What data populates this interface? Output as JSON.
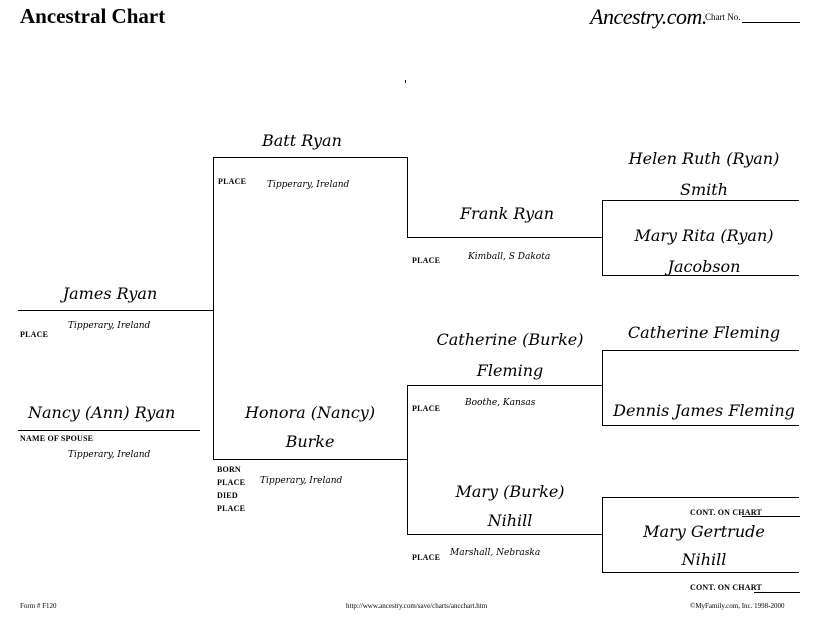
{
  "header": {
    "title": "Ancestral Chart",
    "logo": "Ancestry.com.",
    "chart_no_label": "Chart No."
  },
  "person1": {
    "name": "James Ryan",
    "place_label": "PLACE",
    "place": "Tipperary, Ireland"
  },
  "spouse": {
    "name": "Nancy (Ann) Ryan",
    "label": "NAME OF SPOUSE",
    "place": "Tipperary, Ireland"
  },
  "father": {
    "name": "Batt Ryan",
    "place_label": "PLACE",
    "place": "Tipperary, Ireland"
  },
  "mother": {
    "name_line1": "Honora (Nancy)",
    "name_line2": "Burke",
    "born_label": "BORN",
    "place_label": "PLACE",
    "died_label": "DIED",
    "place_label2": "PLACE",
    "place": "Tipperary, Ireland"
  },
  "ff": {
    "name": "Frank Ryan",
    "place_label": "PLACE",
    "place": "Kimball, S Dakota"
  },
  "fm": {
    "name_line1": "Catherine (Burke)",
    "name_line2": "Fleming",
    "place_label": "PLACE",
    "place": "Boothe, Kansas"
  },
  "mm": {
    "name_line1": "Mary (Burke)",
    "name_line2": "Nihill",
    "place_label": "PLACE",
    "place": "Marshall, Nebraska"
  },
  "g1": {
    "name_line1": "Helen Ruth (Ryan)",
    "name_line2": "Smith"
  },
  "g2": {
    "name_line1": "Mary Rita (Ryan)",
    "name_line2": "Jacobson"
  },
  "g3": {
    "name": "Catherine Fleming"
  },
  "g4": {
    "name": "Dennis James Fleming"
  },
  "g5": {
    "name_line1": "Mary Gertrude",
    "name_line2": "Nihill",
    "cont_label_top": "CONT. ON CHART",
    "cont_label_bottom": "CONT. ON CHART"
  },
  "footer": {
    "form": "Form # F120",
    "url": "http://www.ancestry.com/save/charts/ancchart.htm",
    "copyright": "©MyFamily.com, Inc. 1998-2000"
  }
}
